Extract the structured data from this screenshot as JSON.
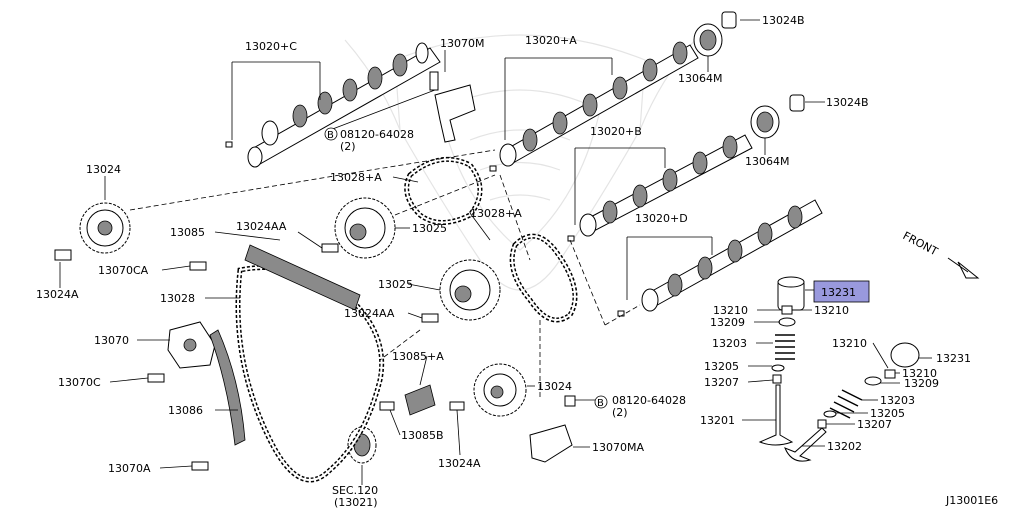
{
  "diagram_id": "J13001E6",
  "front_label": "FRONT",
  "highlight_color": "#9999dd",
  "parts": {
    "camshaft_c": "13020+C",
    "camshaft_a": "13020+A",
    "camshaft_b": "13020+B",
    "camshaft_d": "13020+D",
    "sensor_m": "13070M",
    "sensor_ma": "13070MA",
    "bolt_b_top": "08120-64028",
    "bolt_b_top_qty": "(2)",
    "bolt_b_bot": "08120-64028",
    "bolt_b_bot_qty": "(2)",
    "plug_1": "13024B",
    "plug_2": "13024B",
    "cover_1": "13064M",
    "cover_2": "13064M",
    "sprocket_left": "13024",
    "guide_left": "13028+A",
    "guide_center": "13028+A",
    "sprocket_25a": "13025",
    "sprocket_25b": "13025",
    "bolt_aa1": "13024AA",
    "bolt_aa2": "13024AA",
    "slack_guide": "13085",
    "bolt_ca": "13070CA",
    "bolt_a_left": "13024A",
    "chain": "13028",
    "tensioner": "13070",
    "bolt_c": "13070C",
    "tension_guide": "13086",
    "bolt_70a": "13070A",
    "guide_85a": "13085+A",
    "bolt_85b": "13085B",
    "sprocket_bottom": "13024",
    "bolt_a_bottom": "13024A",
    "sec_ref": "SEC.120",
    "sec_ref_sub": "(13021)",
    "lifter_hi": "13231",
    "lifter_2": "13231",
    "collet_1": "13210",
    "collet_1b": "13210",
    "retainer_1": "13209",
    "spring_1": "13203",
    "seat_1": "13205",
    "seal_1": "13207",
    "valve_in": "13201",
    "collet_2": "13210",
    "collet_2b": "13210",
    "retainer_2": "13209",
    "spring_2": "13203",
    "seat_2": "13205",
    "seal_2": "13207",
    "valve_ex": "13202"
  }
}
